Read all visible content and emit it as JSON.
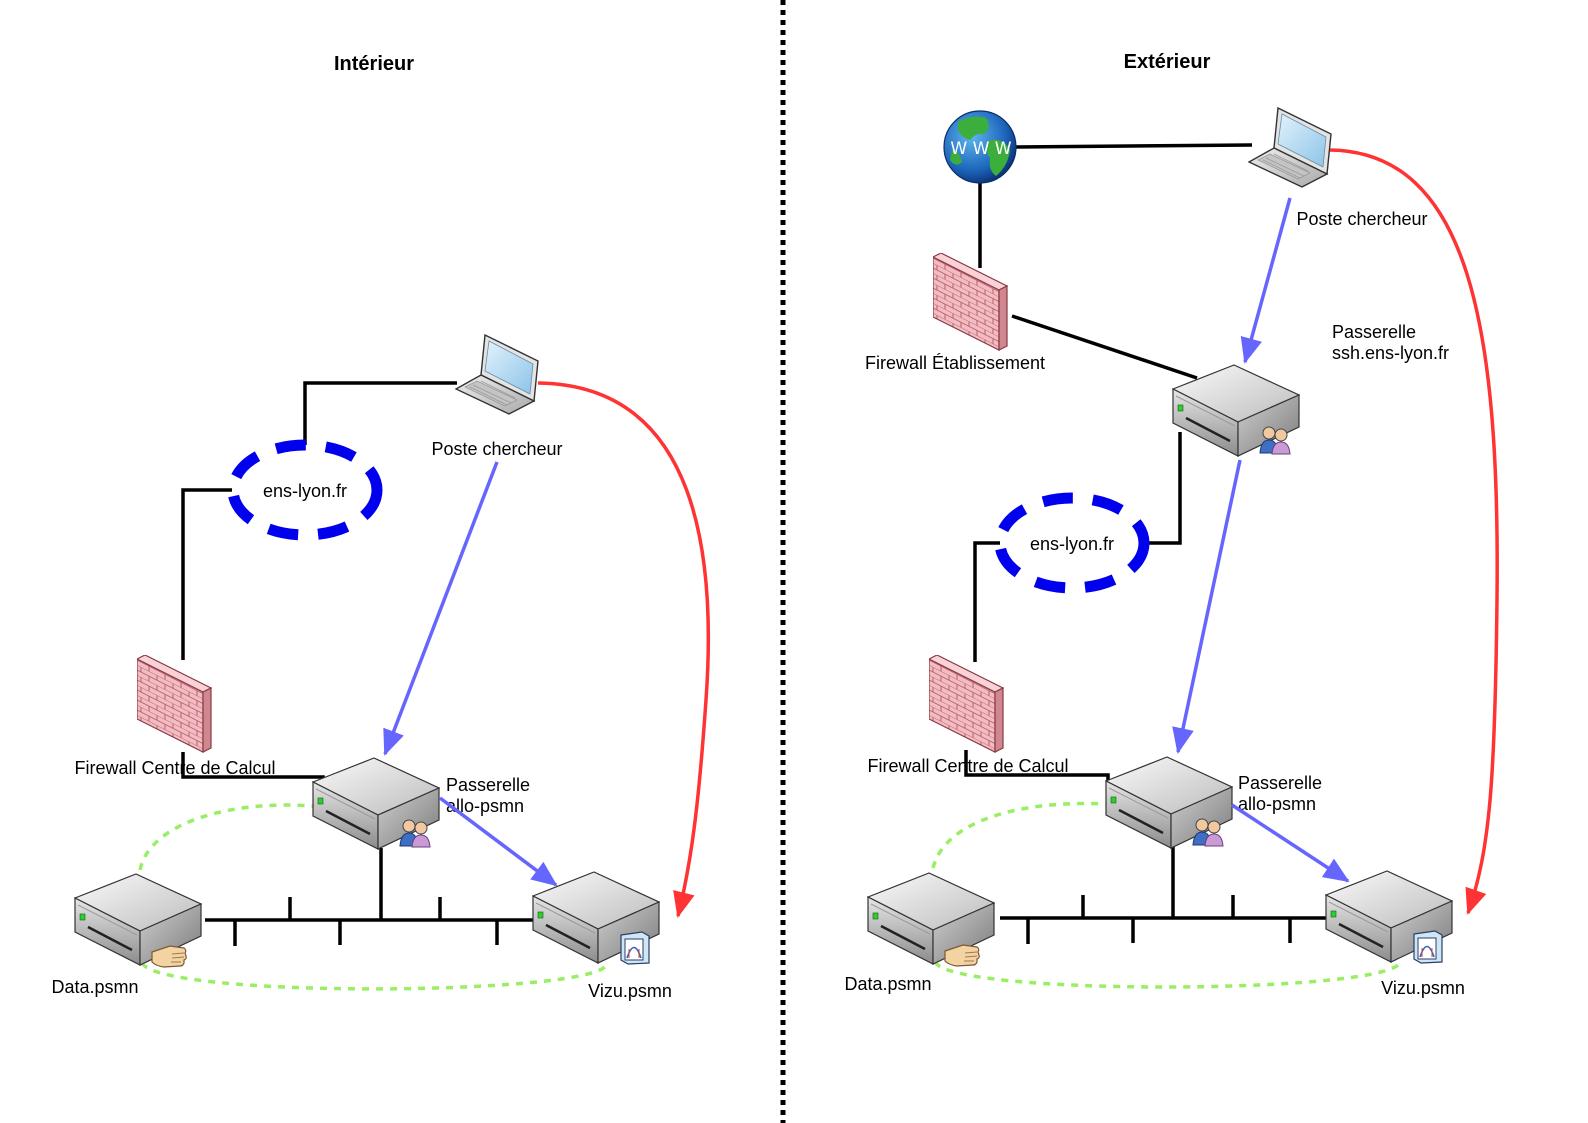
{
  "diagram": {
    "interior": {
      "title": "Intérieur",
      "workstation_label": "Poste chercheur",
      "network_label": "ens-lyon.fr",
      "firewall_label": "Firewall Centre de Calcul",
      "gateway_label_line1": "Passerelle",
      "gateway_label_line2": "allo-psmn",
      "data_server_label": "Data.psmn",
      "vizu_server_label": "Vizu.psmn"
    },
    "exterior": {
      "title": "Extérieur",
      "internet_label": "W W W",
      "workstation_label": "Poste chercheur",
      "firewall_etab_label": "Firewall Établissement",
      "ssh_gateway_label_line1": "Passerelle",
      "ssh_gateway_label_line2": "ssh.ens-lyon.fr",
      "network_label": "ens-lyon.fr",
      "firewall_label": "Firewall Centre de Calcul",
      "gateway_label_line1": "Passerelle",
      "gateway_label_line2": "allo-psmn",
      "data_server_label": "Data.psmn",
      "vizu_server_label": "Vizu.psmn"
    }
  },
  "colors": {
    "link": "#000000",
    "ssh_path": "#6666ff",
    "direct_path": "#ff3333",
    "data_link": "#99ee66",
    "network_ring": "#0000ee"
  }
}
